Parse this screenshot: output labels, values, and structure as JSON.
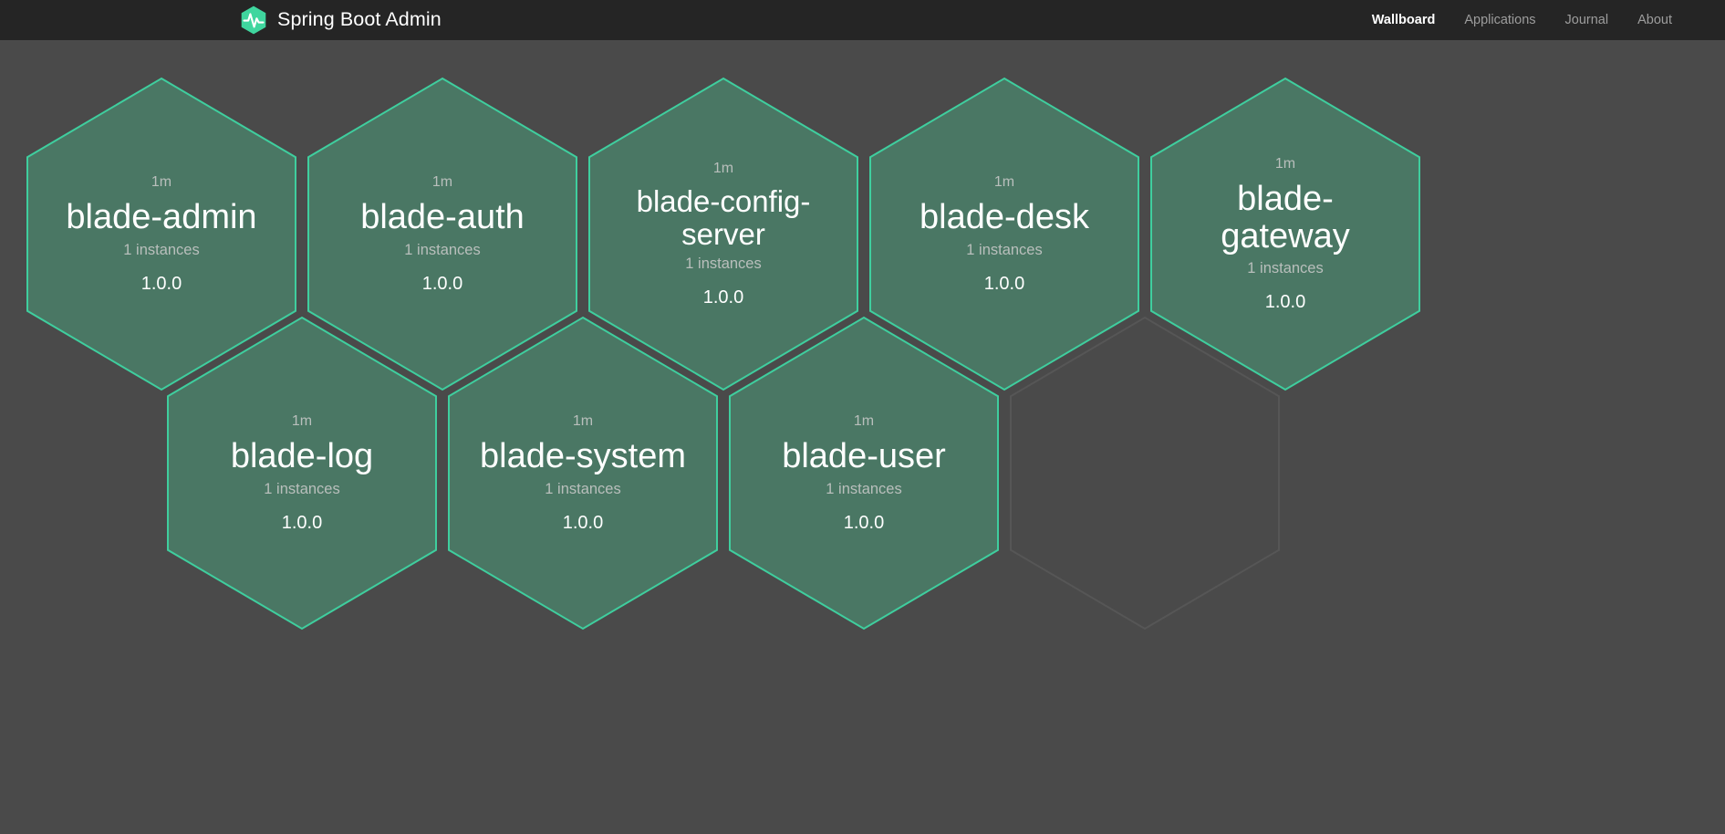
{
  "header": {
    "logo_icon": "spring-boot-admin-hexagon-pulse-logo",
    "brand_title": "Spring Boot Admin",
    "nav": [
      {
        "label": "Wallboard",
        "active": true
      },
      {
        "label": "Applications",
        "active": false
      },
      {
        "label": "Journal",
        "active": false
      },
      {
        "label": "About",
        "active": false
      }
    ]
  },
  "colors": {
    "navbar_bg": "#252525",
    "page_bg": "#4a4a4a",
    "hex_fill": "#4a7764",
    "hex_border": "#3fce9e",
    "hex_empty_border": "#565656",
    "logo_green": "#3fd69e",
    "text_primary": "#ffffff",
    "text_muted": "#b9bfbc",
    "nav_inactive": "#9d9d9d"
  },
  "wallboard": {
    "rows": [
      {
        "tiles": [
          {
            "uptime": "1m",
            "name": "blade-admin",
            "instances": "1 instances",
            "version": "1.0.0",
            "empty": false
          },
          {
            "uptime": "1m",
            "name": "blade-auth",
            "instances": "1 instances",
            "version": "1.0.0",
            "empty": false
          },
          {
            "uptime": "1m",
            "name": "blade-config-server",
            "instances": "1 instances",
            "version": "1.0.0",
            "empty": false
          },
          {
            "uptime": "1m",
            "name": "blade-desk",
            "instances": "1 instances",
            "version": "1.0.0",
            "empty": false
          },
          {
            "uptime": "1m",
            "name": "blade-gateway",
            "instances": "1 instances",
            "version": "1.0.0",
            "empty": false
          }
        ]
      },
      {
        "tiles": [
          {
            "uptime": "1m",
            "name": "blade-log",
            "instances": "1 instances",
            "version": "1.0.0",
            "empty": false
          },
          {
            "uptime": "1m",
            "name": "blade-system",
            "instances": "1 instances",
            "version": "1.0.0",
            "empty": false
          },
          {
            "uptime": "1m",
            "name": "blade-user",
            "instances": "1 instances",
            "version": "1.0.0",
            "empty": false
          },
          {
            "uptime": "",
            "name": "",
            "instances": "",
            "version": "",
            "empty": true
          }
        ]
      }
    ]
  }
}
